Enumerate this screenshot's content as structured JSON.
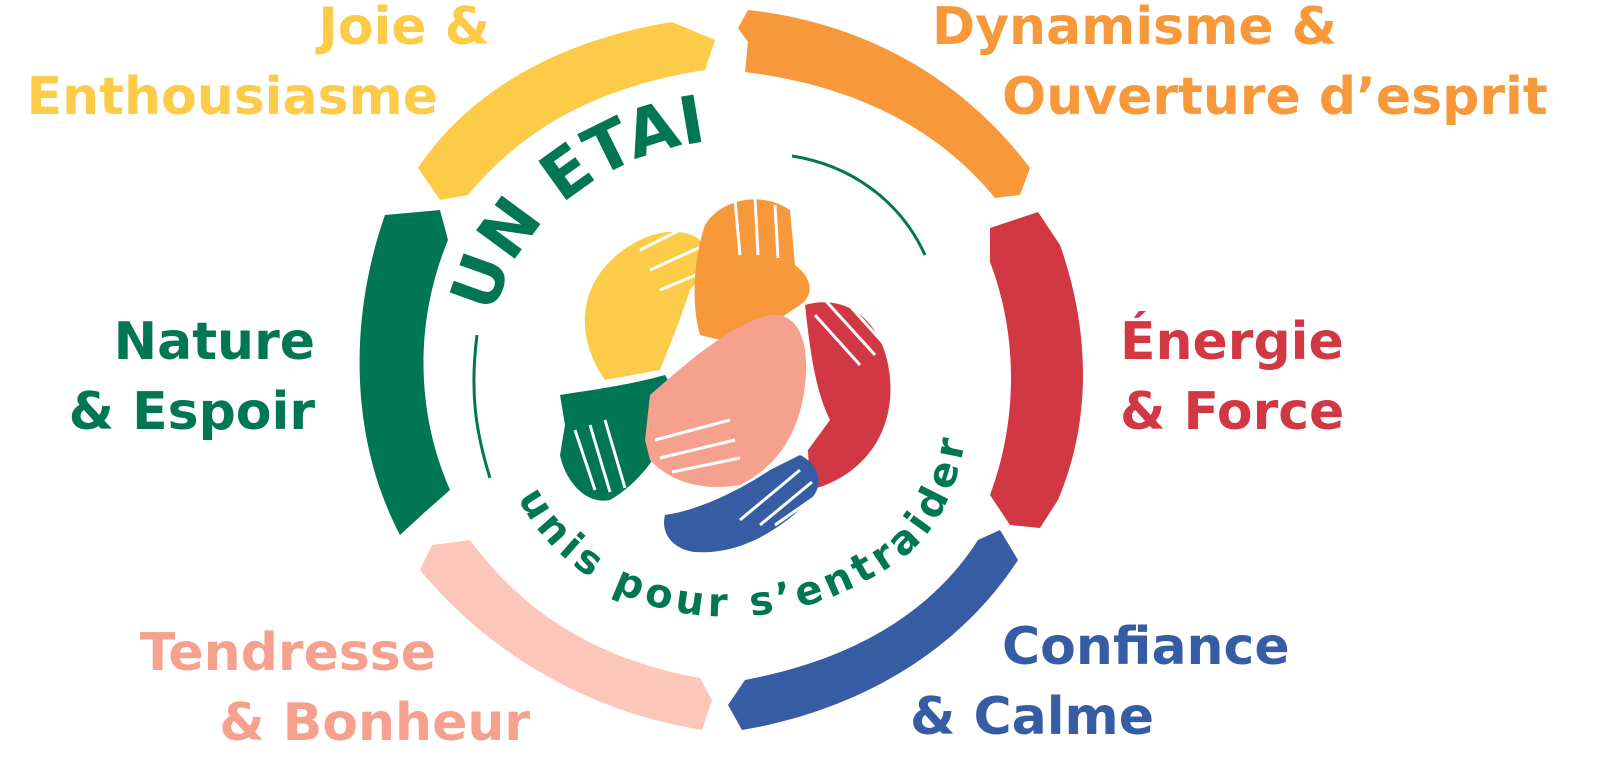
{
  "logo": {
    "title": "UN ETAI",
    "tagline": "unis pour s’entraider"
  },
  "values": [
    {
      "id": "joie",
      "line1": "Joie &",
      "line2": "Enthousiasme",
      "color": "#FCCB47"
    },
    {
      "id": "dynamisme",
      "line1": "Dynamisme &",
      "line2": "Ouverture d’esprit",
      "color": "#F7993A"
    },
    {
      "id": "energie",
      "line1": "Énergie",
      "line2": "& Force",
      "color": "#D23844"
    },
    {
      "id": "confiance",
      "line1": "Confiance",
      "line2": "& Calme",
      "color": "#365DA4"
    },
    {
      "id": "tendresse",
      "line1": "Tendresse",
      "line2": "& Bonheur",
      "color": "#F6A08E"
    },
    {
      "id": "nature",
      "line1": "Nature",
      "line2": "& Espoir",
      "color": "#017653"
    }
  ],
  "colors": {
    "green": "#017653",
    "pink_light": "#FCC6BB",
    "pink": "#F6A08E",
    "yellow": "#FCCB47",
    "orange": "#F7993A",
    "red": "#D23844",
    "blue": "#365DA4"
  }
}
